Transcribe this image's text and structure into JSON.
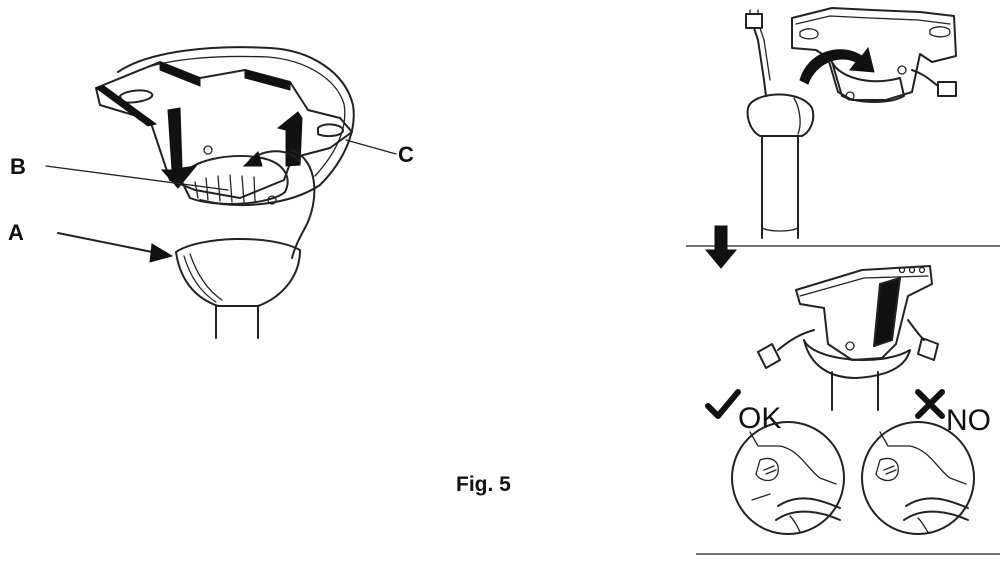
{
  "labels": {
    "a": "A",
    "b": "B",
    "c": "C"
  },
  "figure_caption": "Fig. 5",
  "checks": {
    "ok": "OK",
    "no": "NO"
  }
}
